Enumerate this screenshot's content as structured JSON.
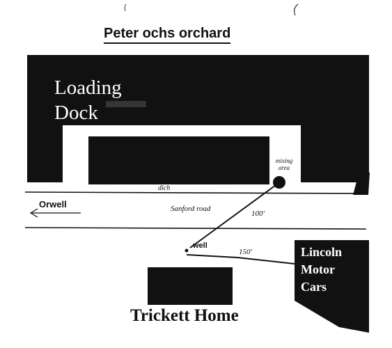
{
  "title": "Peter ochs orchard",
  "labels": {
    "loading_dock_line1": "Loading",
    "loading_dock_line2": "Dock",
    "mixing_area_line1": "mixing",
    "mixing_area_line2": "area",
    "ditch": "dich",
    "road": "Sanford road",
    "distance_to_mixing": "100'",
    "distance_to_lincoln": "150'",
    "orwell": "Orwell",
    "well": "well",
    "lincoln_line1": "Lincoln",
    "lincoln_line2": "Motor",
    "lincoln_line3": "Cars",
    "trickett": "Trickett Home"
  },
  "colors": {
    "ink": "#111111",
    "paper": "#ffffff"
  }
}
